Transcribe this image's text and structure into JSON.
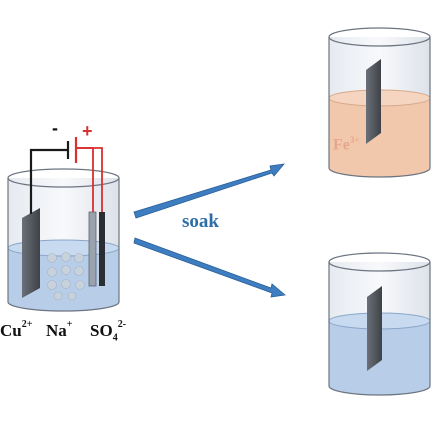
{
  "labels": {
    "cu": "Cu",
    "cu_charge": "2+",
    "na": "Na",
    "na_charge": "+",
    "so4": "SO",
    "so4_sub": "4",
    "so4_charge": "2-",
    "soak": "soak",
    "fe": "Fe",
    "fe_charge": "3+",
    "minus": "-",
    "plus": "+"
  },
  "colors": {
    "electrolyte_blue": "#b7cde8",
    "fe_solution": "#f2c8ad",
    "arrow_blue": "#3d7dc0",
    "wire_black": "#1a1a1a",
    "wire_red": "#d93030",
    "plate_gray": "#555a61"
  }
}
